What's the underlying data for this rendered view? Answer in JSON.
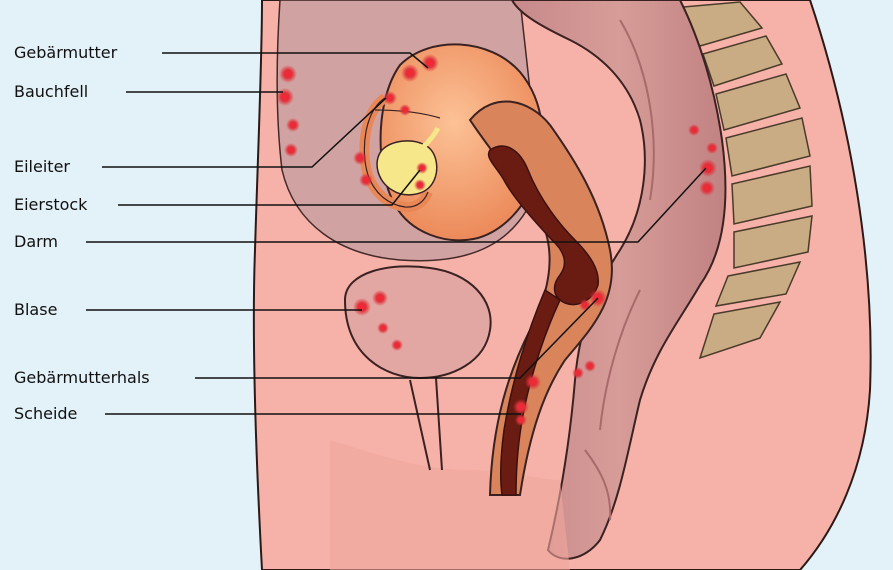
{
  "labels": {
    "uterus": "Gebärmutter",
    "peritoneum": "Bauchfell",
    "fallopian_tube": "Eileiter",
    "ovary": "Eierstock",
    "bowel": "Darm",
    "bladder": "Blase",
    "cervix": "Gebärmutterhals",
    "vagina": "Scheide"
  },
  "colors": {
    "background": "#e3f1f8",
    "skin": "#f6b2a8",
    "uterus": "#f39a6c",
    "ovary": "#f6e78a",
    "bowel": "#cc8f8d",
    "spine": "#c9ab84",
    "lesion": "#e0303a"
  }
}
